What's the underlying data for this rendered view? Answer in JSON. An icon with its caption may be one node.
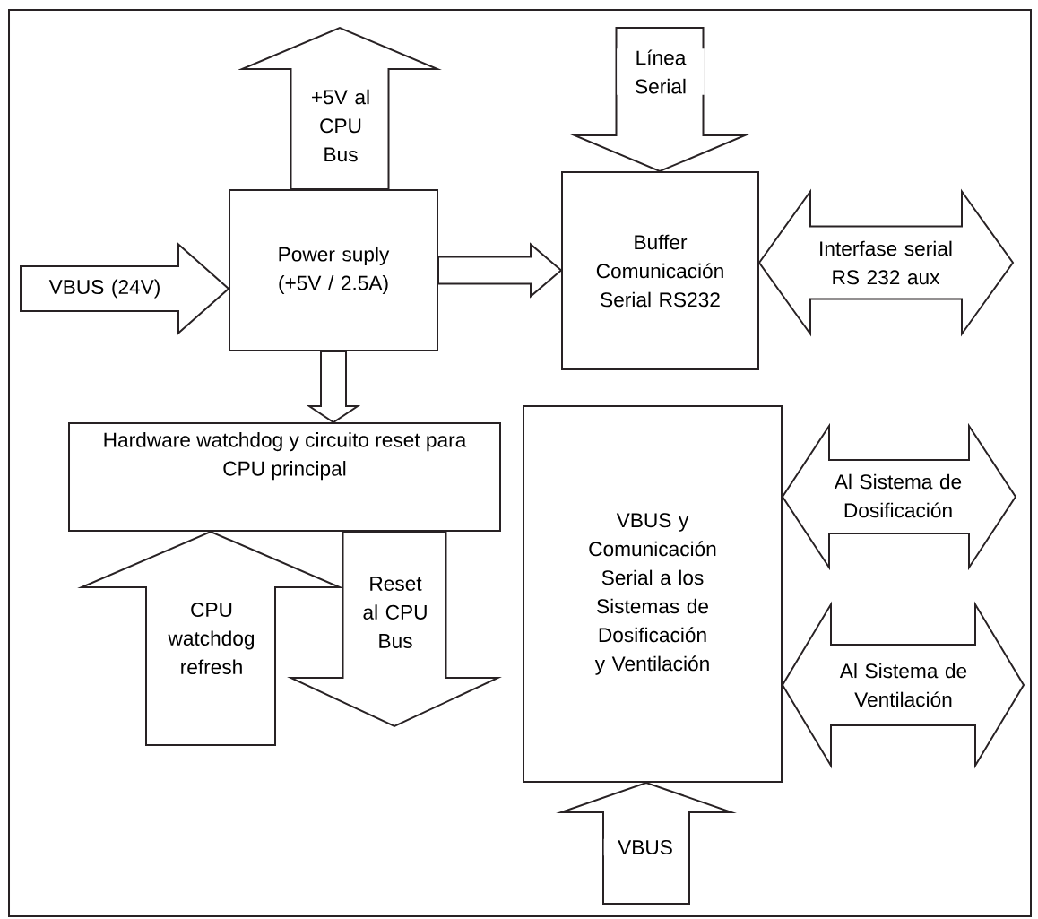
{
  "diagram": {
    "nodes": [
      {
        "text": [
          "Power suply (+5V / 2.5A)"
        ]
      },
      {
        "text": [
          "Buffer Comunicación Serial RS232"
        ]
      },
      {
        "text": [
          "Hardware watchdog y circuito reset para CPU principal"
        ]
      },
      {
        "text": [
          "VBUS y Comunicación Serial a los Sistemas de Dosificación y Ventilación"
        ]
      }
    ],
    "edges": [
      {
        "from": 0,
        "to": null,
        "arrow": "to",
        "label": "+5V al CPU Bus"
      },
      {
        "from": null,
        "to": 1,
        "arrow": "to",
        "label": "Línea Serial"
      },
      {
        "from": null,
        "to": 0,
        "arrow": "to",
        "label": "VBUS (24V)"
      },
      {
        "from": 0,
        "to": 1,
        "arrow": "to"
      },
      {
        "from": 1,
        "to": null,
        "arrow": "both",
        "label": "Interfase serial RS 232 aux"
      },
      {
        "from": 0,
        "to": 2,
        "arrow": "to"
      },
      {
        "from": 3,
        "to": null,
        "arrow": "both",
        "label": "Al Sistema de Dosificación"
      },
      {
        "from": null,
        "to": 2,
        "arrow": "to",
        "label": "CPU watchdog refresh"
      },
      {
        "from": 2,
        "to": null,
        "arrow": "to",
        "label": "Reset al CPU Bus"
      },
      {
        "from": 3,
        "to": null,
        "arrow": "both",
        "label": "Al Sistema de Ventilación"
      },
      {
        "from": null,
        "to": 3,
        "arrow": "to",
        "label": "VBUS"
      }
    ]
  }
}
